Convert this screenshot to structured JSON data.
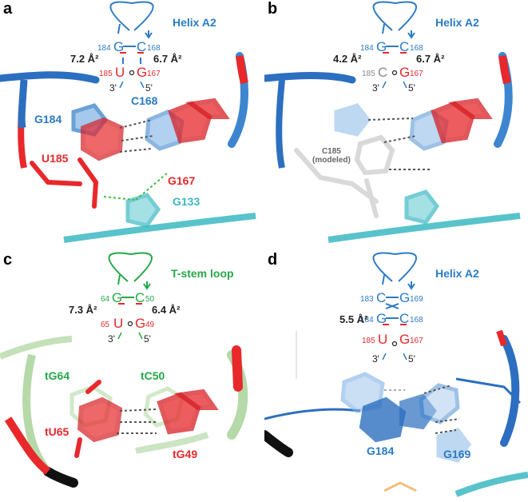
{
  "colors": {
    "blue": "#2c7bc4",
    "red": "#e8282b",
    "cyan": "#3cb8c2",
    "green": "#24a848",
    "grey": "#8a8a8a",
    "lightgreen": "#b5d9a8",
    "orange": "#f0a24a"
  },
  "panels": {
    "a": {
      "letter": "a",
      "title": "Helix A2",
      "top_left_num": "184",
      "top_left_base": "G",
      "top_right_base": "C",
      "top_right_num": "168",
      "bot_left_num": "185",
      "bot_left_base": "U",
      "bot_right_base": "G",
      "bot_right_num": "167",
      "left_energy": "7.2 Å²",
      "right_energy": "6.7 Å²",
      "end3": "3'",
      "end5": "5'",
      "labels": {
        "G184": "G184",
        "C168": "C168",
        "U185": "U185",
        "G167": "G167",
        "G133": "G133"
      }
    },
    "b": {
      "letter": "b",
      "title": "Helix A2",
      "top_left_num": "184",
      "top_left_base": "G",
      "top_right_base": "C",
      "top_right_num": "168",
      "bot_left_num": "185",
      "bot_left_base": "C",
      "bot_right_base": "G",
      "bot_right_num": "167",
      "left_energy": "4.2 Å²",
      "right_energy": "6.7 Å²",
      "end3": "3'",
      "end5": "5'",
      "labels": {
        "C185_line1": "C185",
        "C185_line2": "(modeled)"
      }
    },
    "c": {
      "letter": "c",
      "title": "T-stem loop",
      "top_left_num": "64",
      "top_left_base": "G",
      "top_right_base": "C",
      "top_right_num": "50",
      "bot_left_num": "65",
      "bot_left_base": "U",
      "bot_right_base": "G",
      "bot_right_num": "49",
      "left_energy": "7.3 Å²",
      "right_energy": "6.4 Å²",
      "end3": "3'",
      "end5": "5'",
      "labels": {
        "tG64": "tG64",
        "tC50": "tC50",
        "tU65": "tU65",
        "tG49": "tG49"
      }
    },
    "d": {
      "letter": "d",
      "title": "Helix A2",
      "row1_left_num": "183",
      "row1_left_base": "C",
      "row1_right_base": "G",
      "row1_right_num": "169",
      "row2_left_num": "184",
      "row2_left_base": "G",
      "row2_right_base": "C",
      "row2_right_num": "168",
      "row3_left_num": "185",
      "row3_left_base": "U",
      "row3_right_base": "G",
      "row3_right_num": "167",
      "left_energy": "5.5 Å²",
      "end3": "3'",
      "end5": "5'",
      "labels": {
        "G184": "G184",
        "G169": "G169"
      }
    }
  }
}
